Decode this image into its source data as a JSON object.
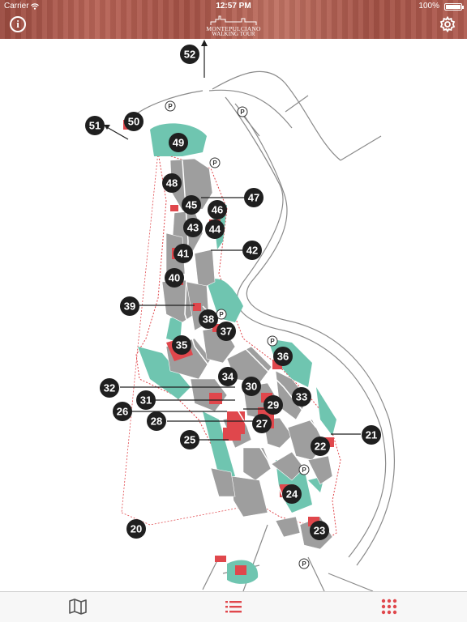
{
  "status_bar": {
    "carrier": "Carrier",
    "time": "12:57 PM",
    "battery": "100%"
  },
  "header": {
    "logo_line1": "MONTEPULCIANO",
    "logo_line2": "WALKING TOUR",
    "info_glyph": "i"
  },
  "map": {
    "parking_symbol": "P",
    "markers": [
      {
        "label": "52",
        "kind": "outside"
      },
      {
        "label": "51",
        "kind": "outside"
      },
      {
        "label": "50",
        "kind": "poi"
      },
      {
        "label": "49",
        "kind": "poi"
      },
      {
        "label": "48",
        "kind": "poi"
      },
      {
        "label": "47",
        "kind": "poi"
      },
      {
        "label": "46",
        "kind": "poi"
      },
      {
        "label": "45",
        "kind": "poi"
      },
      {
        "label": "44",
        "kind": "poi"
      },
      {
        "label": "43",
        "kind": "poi"
      },
      {
        "label": "42",
        "kind": "poi"
      },
      {
        "label": "41",
        "kind": "poi"
      },
      {
        "label": "40",
        "kind": "poi"
      },
      {
        "label": "39",
        "kind": "poi"
      },
      {
        "label": "38",
        "kind": "poi"
      },
      {
        "label": "37",
        "kind": "poi"
      },
      {
        "label": "36",
        "kind": "poi"
      },
      {
        "label": "35",
        "kind": "poi"
      },
      {
        "label": "34",
        "kind": "poi"
      },
      {
        "label": "33",
        "kind": "poi"
      },
      {
        "label": "32",
        "kind": "poi"
      },
      {
        "label": "31",
        "kind": "poi"
      },
      {
        "label": "30",
        "kind": "poi"
      },
      {
        "label": "29",
        "kind": "poi"
      },
      {
        "label": "28",
        "kind": "poi"
      },
      {
        "label": "27",
        "kind": "poi"
      },
      {
        "label": "26",
        "kind": "poi"
      },
      {
        "label": "25",
        "kind": "poi"
      },
      {
        "label": "24",
        "kind": "poi"
      },
      {
        "label": "23",
        "kind": "poi"
      },
      {
        "label": "22",
        "kind": "poi"
      },
      {
        "label": "21",
        "kind": "poi"
      },
      {
        "label": "20",
        "kind": "poi"
      }
    ]
  },
  "tabbar": {
    "tabs": [
      {
        "name": "map",
        "icon": "map-icon",
        "active": false
      },
      {
        "name": "list",
        "icon": "list-icon",
        "active": true
      },
      {
        "name": "grid",
        "icon": "grid-icon",
        "active": true
      }
    ]
  },
  "colors": {
    "header": "#a95548",
    "marker": "#1f1f1f",
    "highlight": "#e0474c",
    "green": "#6fc5b0",
    "buildings": "#9e9e9e",
    "route": "#e0474c",
    "tab_active": "#e0474c",
    "tab_inactive": "#555555"
  }
}
